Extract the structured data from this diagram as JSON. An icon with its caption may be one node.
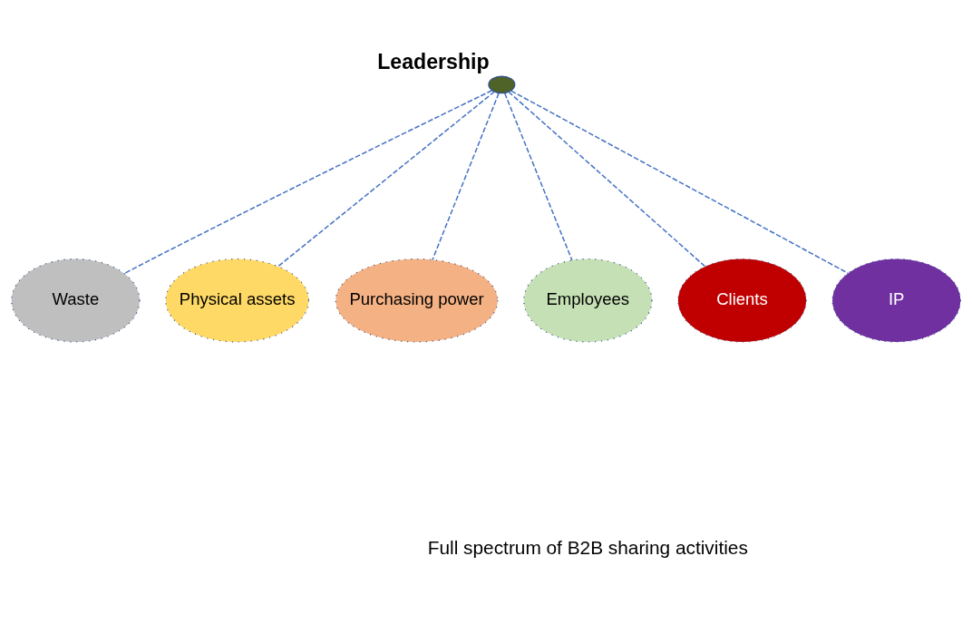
{
  "diagram": {
    "nodes": [
      {
        "text": [
          "Leadership"
        ]
      },
      {
        "text": [
          "Waste"
        ]
      },
      {
        "text": [
          "Physical assets"
        ]
      },
      {
        "text": [
          "Purchasing power"
        ]
      },
      {
        "text": [
          "Employees"
        ]
      },
      {
        "text": [
          "Clients"
        ]
      },
      {
        "text": [
          "IP"
        ]
      }
    ],
    "edges": [
      {
        "from": 0,
        "to": 1,
        "arrow": "none",
        "style": "dashed"
      },
      {
        "from": 0,
        "to": 2,
        "arrow": "none",
        "style": "dashed"
      },
      {
        "from": 0,
        "to": 3,
        "arrow": "none",
        "style": "dashed"
      },
      {
        "from": 0,
        "to": 4,
        "arrow": "none",
        "style": "dashed"
      },
      {
        "from": 0,
        "to": 5,
        "arrow": "none",
        "style": "dashed"
      },
      {
        "from": 0,
        "to": 6,
        "arrow": "none",
        "style": "dashed"
      }
    ],
    "labels": [
      "Full spectrum of B2B sharing activities"
    ]
  }
}
